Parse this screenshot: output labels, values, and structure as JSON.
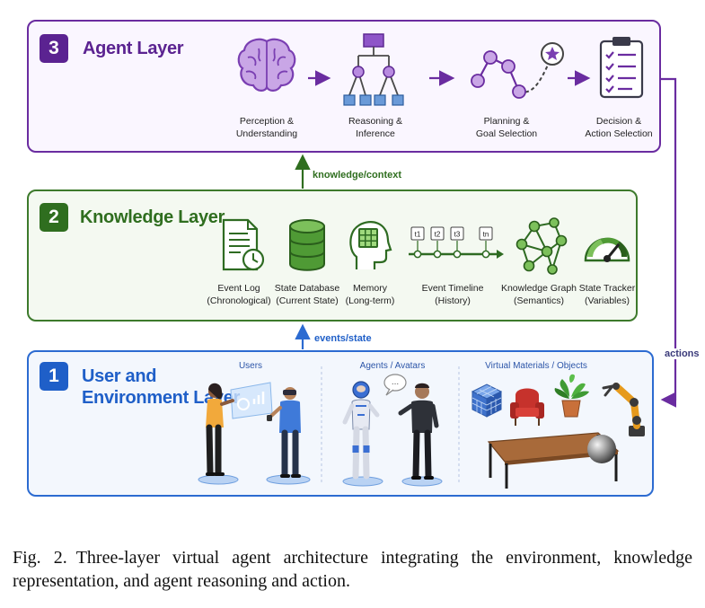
{
  "agent_layer": {
    "number": "3",
    "title": "Agent Layer",
    "color": "#6a2ca0",
    "components": [
      {
        "icon": "brain-icon",
        "line1": "Perception &",
        "line2": "Understanding"
      },
      {
        "icon": "tree-icon",
        "line1": "Reasoning &",
        "line2": "Inference"
      },
      {
        "icon": "path-star-icon",
        "line1": "Planning &",
        "line2": "Goal Selection"
      },
      {
        "icon": "checklist-icon",
        "line1": "Decision &",
        "line2": "Action Selection"
      }
    ]
  },
  "knowledge_layer": {
    "number": "2",
    "title": "Knowledge Layer",
    "color": "#3d7a2c",
    "components": [
      {
        "icon": "document-clock-icon",
        "line1": "Event Log",
        "line2": "(Chronological)"
      },
      {
        "icon": "database-icon",
        "line1": "State Database",
        "line2": "(Current State)"
      },
      {
        "icon": "memory-head-icon",
        "line1": "Memory",
        "line2": "(Long-term)"
      },
      {
        "icon": "timeline-icon",
        "line1": "Event Timeline",
        "line2": "(History)"
      },
      {
        "icon": "graph-icon",
        "line1": "Knowledge Graph",
        "line2": "(Semantics)"
      },
      {
        "icon": "gauge-icon",
        "line1": "State Tracker",
        "line2": "(Variables)"
      }
    ],
    "timeline_ticks": [
      "t1",
      "t2",
      "t3",
      "tn"
    ]
  },
  "user_layer": {
    "number": "1",
    "title_line1": "User and",
    "title_line2": "Environment Layer",
    "color": "#2c6bd1",
    "sections": [
      "Users",
      "Agents / Avatars",
      "Virtual Materials / Objects"
    ],
    "speech_bubble": "..."
  },
  "edges": {
    "knowledge_context": "knowledge/context",
    "events_state": "events/state",
    "actions": "actions"
  },
  "caption": {
    "label": "Fig. 2.",
    "text": "Three-layer virtual agent architecture integrating the environment, knowledge representation, and agent reasoning and action."
  }
}
